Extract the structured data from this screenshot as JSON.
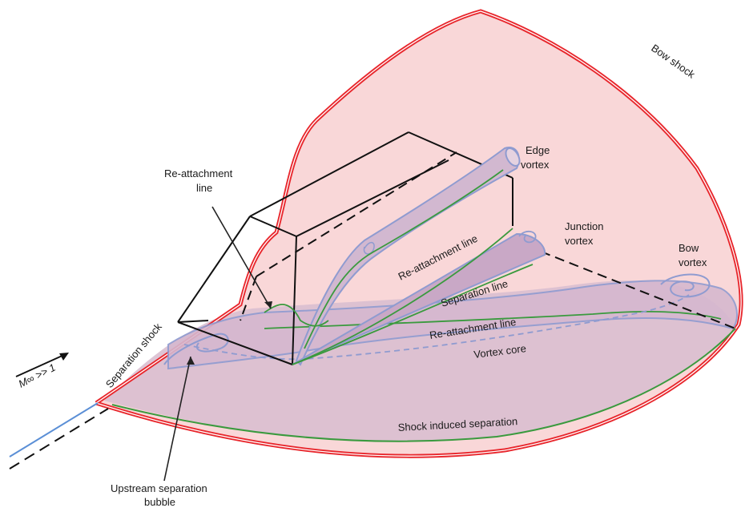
{
  "labels": {
    "bow_shock": "Bow shock",
    "edge_vortex": [
      "Edge",
      "vortex"
    ],
    "re_attachment_line_callout": [
      "Re-attachment",
      "line"
    ],
    "junction_vortex": [
      "Junction",
      "vortex"
    ],
    "bow_vortex": [
      "Bow",
      "vortex"
    ],
    "re_attachment_line_upper": "Re-attachment line",
    "separation_line": "Separation line",
    "re_attachment_line_lower": "Re-attachment line",
    "vortex_core": "Vortex core",
    "separation_shock": "Separation shock",
    "mach": "M∞ >> 1",
    "shock_induced_separation": "Shock induced separation",
    "upstream_separation_bubble": [
      "Upstream separation",
      "bubble"
    ]
  },
  "colors": {
    "shock": "#e8262c",
    "shock_fill": "#f9d7d8",
    "separation_fill": "#d9bfd0",
    "vortex": "#8f9bd0",
    "green_line": "#3a9a3e",
    "incoming_line": "#5b8fd6",
    "block": "#111111"
  }
}
